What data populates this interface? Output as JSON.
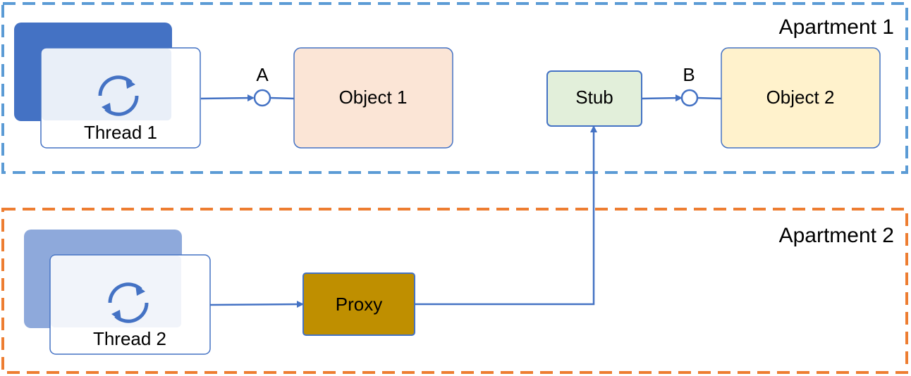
{
  "apartment1": {
    "label": "Apartment 1",
    "color": "#5B9BD5"
  },
  "apartment2": {
    "label": "Apartment 2",
    "color": "#ED7D31"
  },
  "thread1": {
    "label": "Thread 1",
    "back_color": "#4472C4",
    "icon": "cycle-icon"
  },
  "thread2": {
    "label": "Thread 2",
    "back_color": "#8EA9DB",
    "icon": "cycle-icon"
  },
  "object1": {
    "label": "Object 1",
    "color": "#FBE5D6"
  },
  "object2": {
    "label": "Object 2",
    "color": "#FFF2CC"
  },
  "stub": {
    "label": "Stub",
    "color": "#E2EFDA"
  },
  "proxy": {
    "label": "Proxy",
    "color": "#BF8F00"
  },
  "interfaces": {
    "a_label": "A",
    "b_label": "B"
  },
  "connector_color": "#4472C4"
}
